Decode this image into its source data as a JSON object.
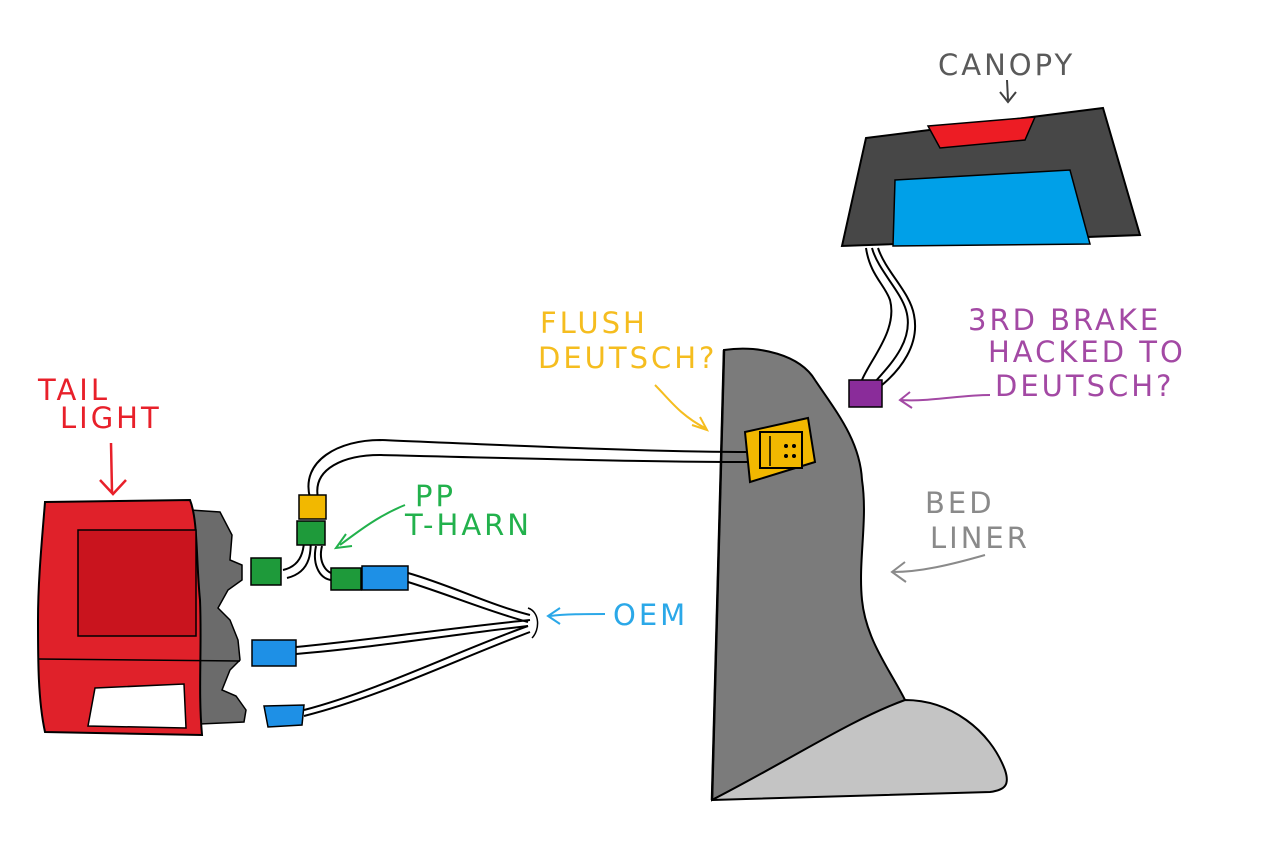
{
  "labels": {
    "canopy": "CANOPY",
    "tail_light_line1": "TAIL",
    "tail_light_line2": "LIGHT",
    "flush_deutsch_line1": "FLUSH",
    "flush_deutsch_line2": "DEUTSCH?",
    "pp_tharn_line1": "PP",
    "pp_tharn_line2": "T-HARN",
    "oem": "OEM",
    "third_brake_line1": "3RD BRAKE",
    "third_brake_line2": "HACKED TO",
    "third_brake_line3": "DEUTSCH?",
    "bed_liner_line1": "BED",
    "bed_liner_line2": "LINER"
  },
  "colors": {
    "tail_light_red": "#e0212a",
    "tail_light_dark_red": "#c9141e",
    "housing_gray": "#6b6b6b",
    "bed_gray": "#7a7a7a",
    "bed_light_gray": "#c4c4c4",
    "canopy_dark": "#474747",
    "canopy_window_blue": "#00a0e8",
    "canopy_brake_red": "#ed1c24",
    "oem_blue": "#1e90e6",
    "harness_green": "#1e9a3a",
    "deutsch_yellow": "#f2b800",
    "brake_purple": "#8a2c9a",
    "label_red": "#e8202a",
    "label_yellow": "#f5bd1f",
    "label_green": "#22b14c",
    "label_blue": "#2ba8e8",
    "label_purple": "#a349a4",
    "label_gray": "#8a8a8a",
    "label_dark": "#5a5a5a"
  }
}
